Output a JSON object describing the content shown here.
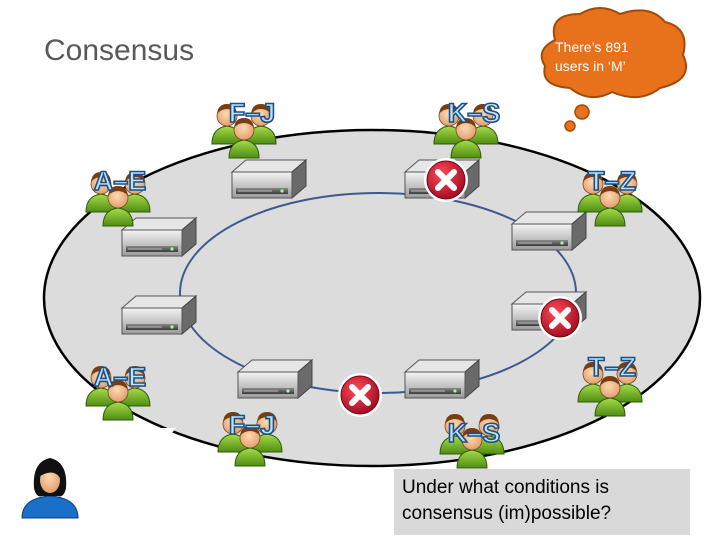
{
  "slide": {
    "title": "Consensus",
    "callout": {
      "line1": "There’s 891",
      "line2": "users in ‘M’"
    },
    "question": {
      "line1": "Under what conditions is",
      "line2": "consensus (im)possible?"
    }
  },
  "user_groups": [
    "F–J",
    "K–S",
    "A–E",
    "T–Z",
    "A–E",
    "T–Z",
    "F–J",
    "K–S"
  ],
  "colors": {
    "ellipse_fill": "#dcdcdc",
    "ellipse_stroke": "#000000",
    "ring": "#3d5a8f",
    "callout": "#e8711c",
    "fail": "#c8102e",
    "person_shirt": "#7dbb2a",
    "person_hair": "#8a4a1a",
    "label_fill": "#bfe3f5",
    "label_stroke": "#1a4f8a"
  },
  "icons": {
    "server": "server-icon",
    "failure": "x-fail-icon",
    "user_group": "user-group-icon",
    "woman": "woman-user-icon"
  }
}
